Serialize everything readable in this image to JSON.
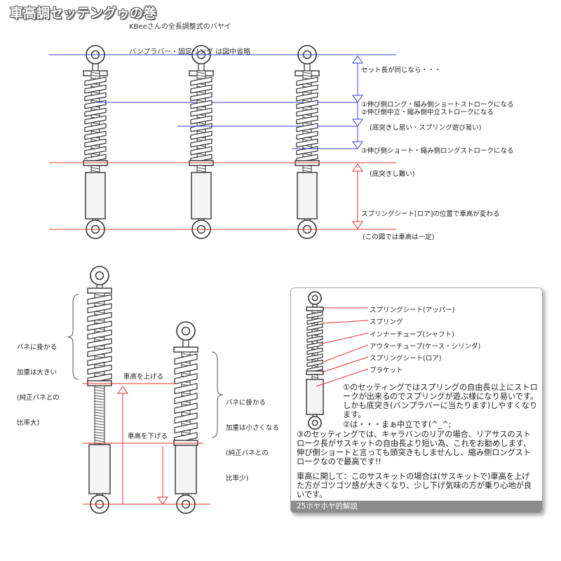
{
  "title": "車高調セッテングゥの巻",
  "subtitle_lines": [
    "KBeeさんの全長調整式のバヤイ",
    "バンプラバー・固定リング は図中省略"
  ],
  "top_diagram": {
    "set_length_same": "セット長が同じなら・・・",
    "case1_lines": [
      "①伸び側ロング・縮み側ショートストロークになる",
      "(底突きし易い・スプリング遊び易い)"
    ],
    "case2": "②伸び側中立・縮み側中立ストロークになる",
    "case3_lines": [
      "③伸び側ショート・縮み側ロングストロークになる",
      "(底突きし難い)"
    ],
    "spring_seat_lines": [
      "スプリングシート[ロア]の位置で車高が変わる",
      "(この図では車高は一定)"
    ]
  },
  "bottom_diagram": {
    "heavy_load_lines": [
      "バネに掛かる",
      "加重は大きい",
      "(純正バネとの",
      "比率大)"
    ],
    "light_load_lines": [
      "バネに掛かる",
      "加重は小さくなる",
      "(純正バネとの",
      "比率少)"
    ],
    "raise": "車高を上げる",
    "lower": "車高を下げる"
  },
  "note_box": {
    "parts": [
      "スプリングシート(アッパー)",
      "スプリング",
      "インナーチューブ(シャフト)",
      "アウターチューブ(ケース・シリンダ)",
      "スプリングシート(ロア)",
      "ブラケット"
    ],
    "para1": "①のセッティングではスプリングの自由長以上にストロークが出来るのでスプリングが遊ぶ様になり易いです。しかも底突き(バンプラバーに当たります)しやすくなります。",
    "para2": "②は・・・まぁ中立です(^_^;",
    "para3": "③のセッティングでは、キャラバンのリアの場合、リアサスのストローク長がサスキットの自由長より短い為、これをお勧めします、伸び側ショートと言っても頭突きもしませんし、縮み側ロングストロークなので最高です!!",
    "para4": "車高に関して：このサスキットの場合は(サスキットで)車高を上げた方がゴツゴツ感が大きくなり、少し下げ気味の方が乗り心地が良いです。",
    "footer": "25ホヤホヤ的解説"
  },
  "colors": {
    "blue": "#3a3ae0",
    "red": "#e03030",
    "spring_fill": "#ffffff",
    "outline": "#333333",
    "body": "#f4f4f4"
  }
}
